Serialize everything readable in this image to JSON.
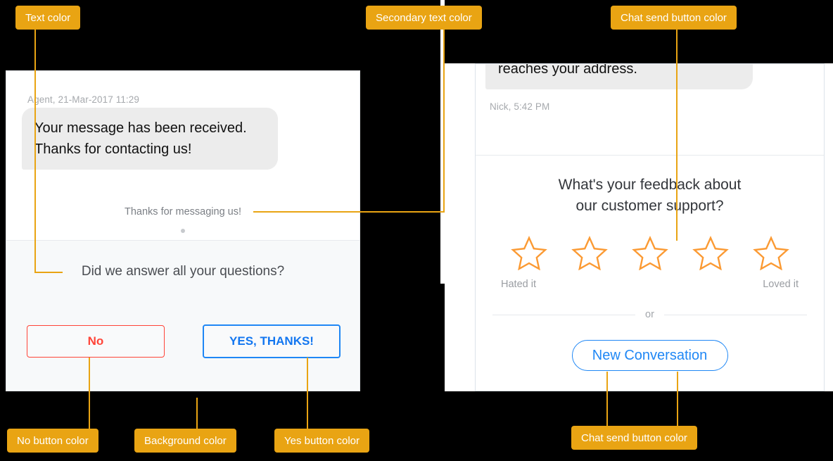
{
  "annotations": [
    {
      "id": "text-color",
      "label": "Text color"
    },
    {
      "id": "secondary-text",
      "label": "Secondary text color"
    },
    {
      "id": "chat-send-top",
      "label": "Chat send button color"
    },
    {
      "id": "no-button",
      "label": "No button color"
    },
    {
      "id": "background",
      "label": "Background color"
    },
    {
      "id": "yes-button",
      "label": "Yes button color"
    },
    {
      "id": "chat-send-bottom",
      "label": "Chat send button color"
    }
  ],
  "left_panel": {
    "agent_meta": "Agent, 21-Mar-2017 11:29",
    "agent_message": "Your message has been received. Thanks for contacting us!",
    "system_note": "Thanks for messaging us!",
    "cta_question": "Did we answer all your questions?",
    "no_button": "No",
    "yes_button": "YES, THANKS!"
  },
  "right_panel": {
    "agent_message_tail": "reaches your address.",
    "user_meta": "Nick, 5:42 PM",
    "feedback_question_line1": "What's your feedback about",
    "feedback_question_line2": "our customer support?",
    "rating_low_label": "Hated it",
    "rating_high_label": "Loved it",
    "or_label": "or",
    "new_conversation_button": "New Conversation",
    "star_count": 5
  },
  "colors": {
    "annotation_orange": "#e9a413",
    "annotation_text": "#ffffff",
    "backdrop": "#000000",
    "text_color": "#4a4d52",
    "secondary_text_color": "#7b7f85",
    "no_button_color": "#ff4438",
    "yes_button_color": "#1f87f5",
    "background_color": "#f7f9fa",
    "chat_send_button_color": "#1f87f5",
    "star_color": "#fb9a33",
    "bubble_background": "#ececec"
  }
}
